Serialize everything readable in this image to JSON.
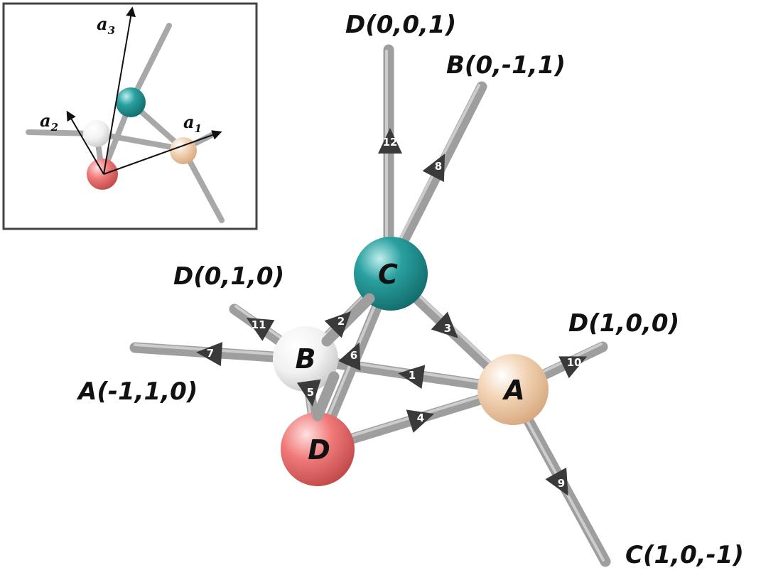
{
  "colors": {
    "A": "#f2d3b4",
    "B": "#eeeeee",
    "C": "#2aa0a0",
    "D": "#f07a7a",
    "bond": "#9c9c9c",
    "arrow": "#3a3a3a",
    "inset_border": "#444444"
  },
  "nodes": {
    "A": "A",
    "B": "B",
    "C": "C",
    "D": "D"
  },
  "sites": {
    "D001": "D(0,0,1)",
    "B0m11": "B(0,-1,1)",
    "D010": "D(0,1,0)",
    "D100": "D(1,0,0)",
    "Am110": "A(-1,1,0)",
    "C10m1": "C(1,0,-1)"
  },
  "edges": [
    "1",
    "2",
    "3",
    "4",
    "5",
    "6",
    "7",
    "8",
    "9",
    "10",
    "11",
    "12"
  ],
  "inset": {
    "a1": "a",
    "a1_sub": "1",
    "a2": "a",
    "a2_sub": "2",
    "a3": "a",
    "a3_sub": "3"
  }
}
